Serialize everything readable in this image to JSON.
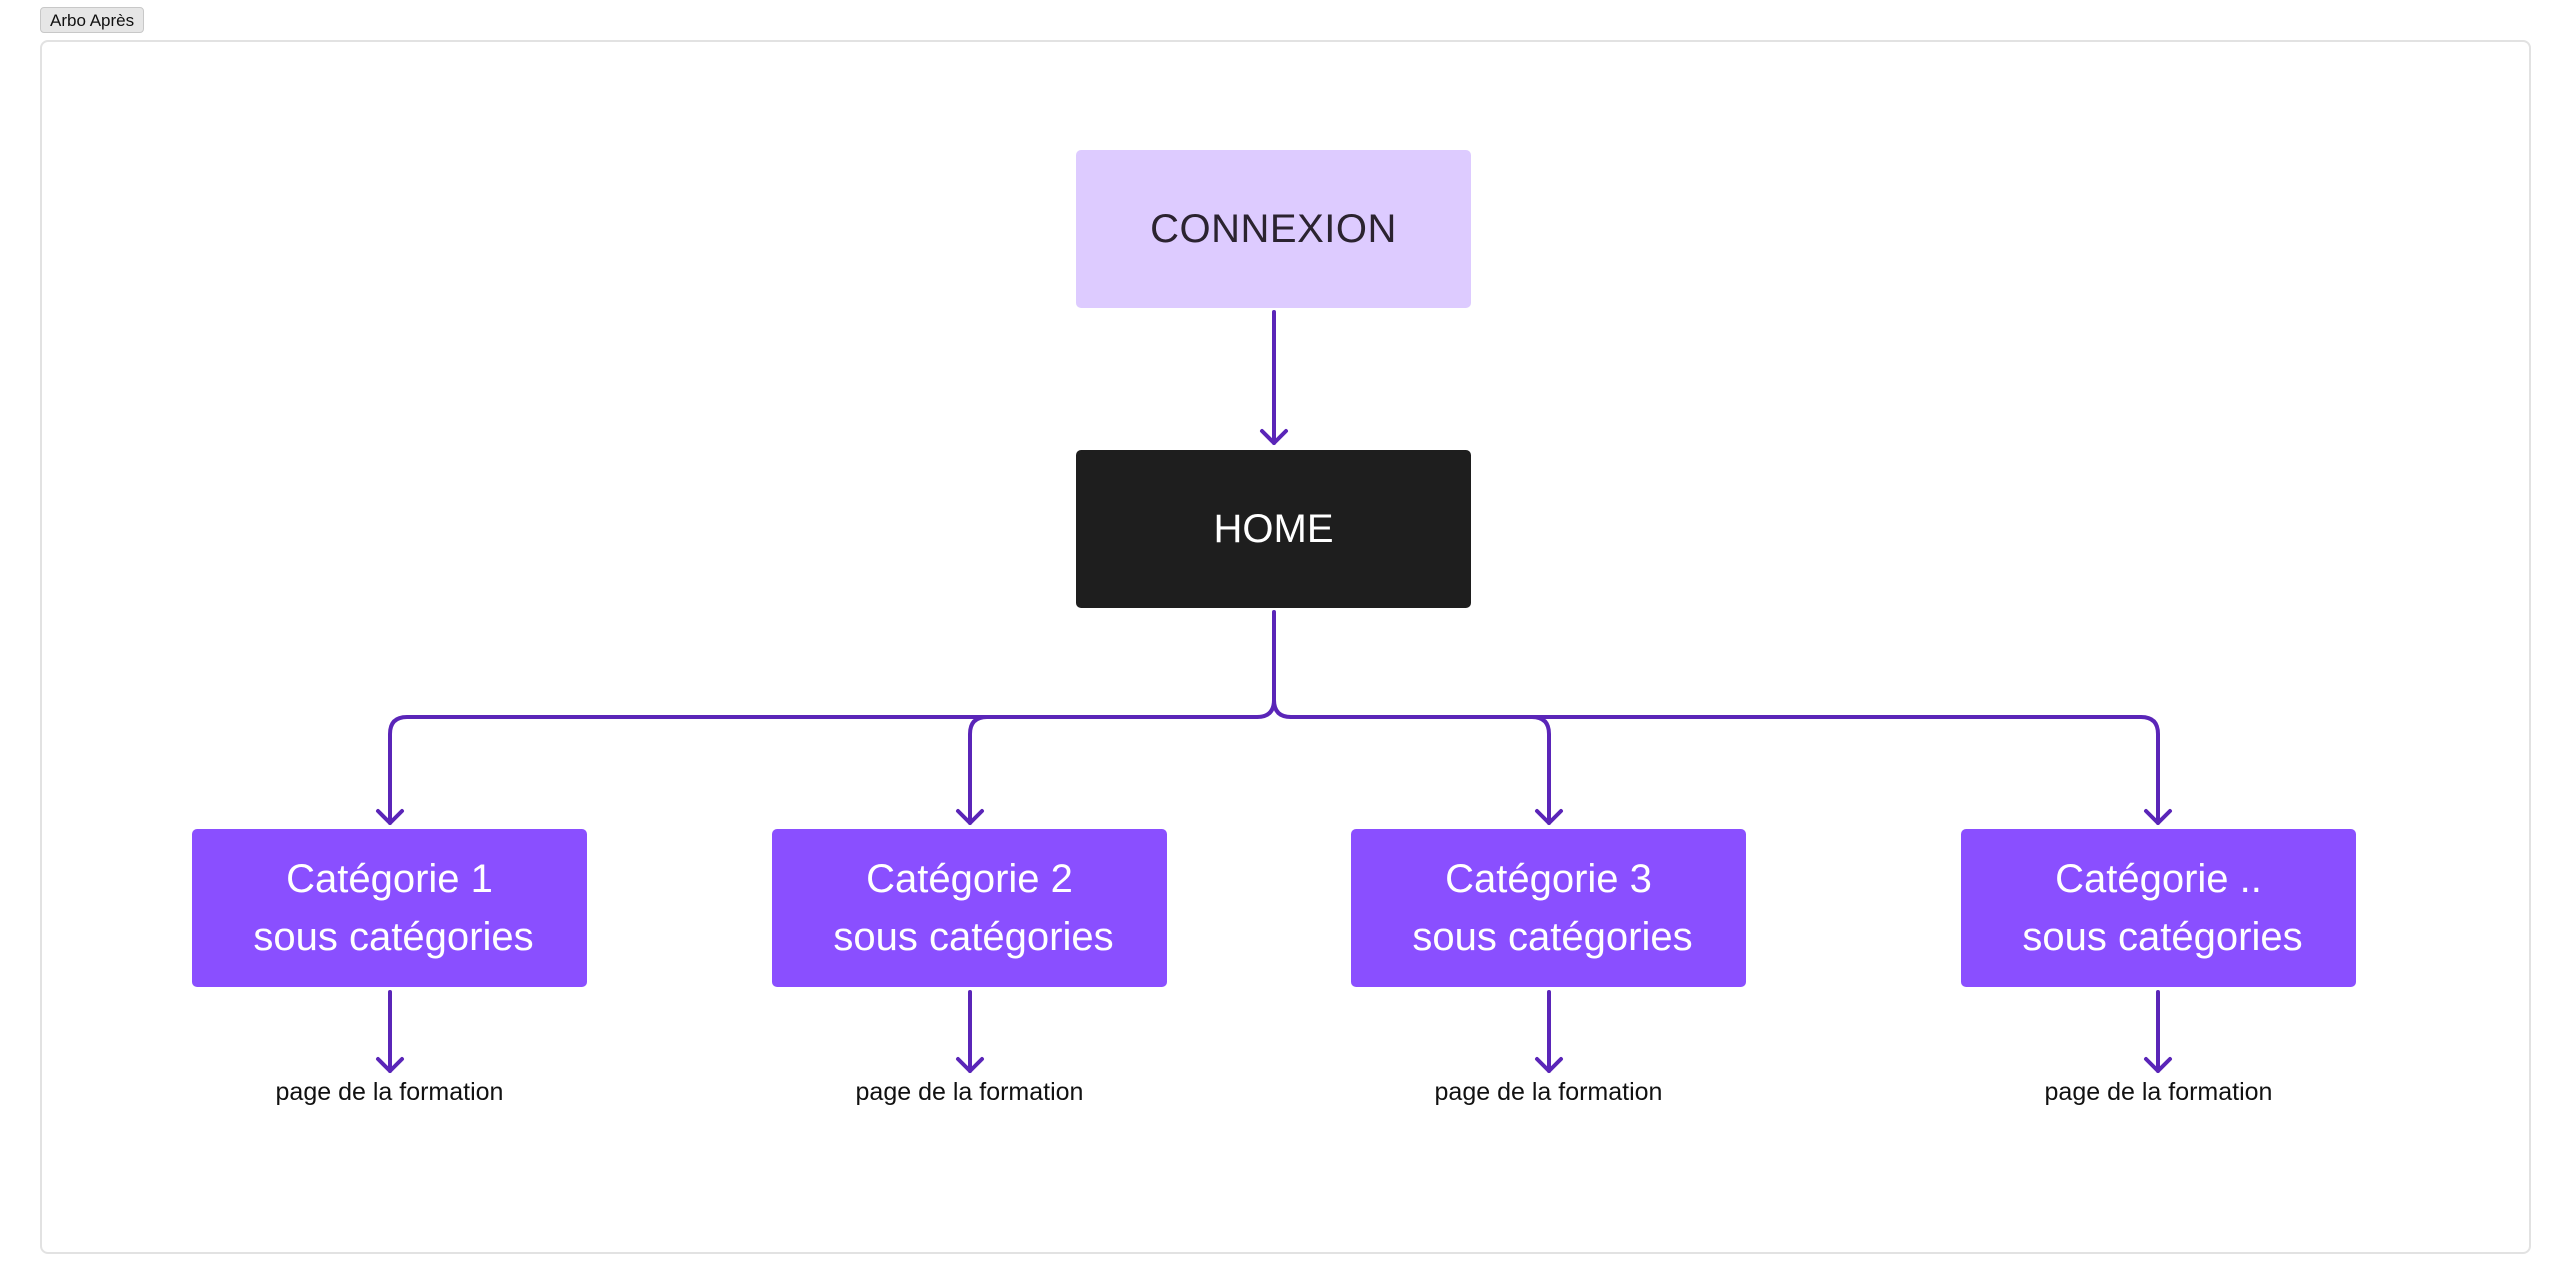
{
  "frame": {
    "label": "Arbo Après"
  },
  "colors": {
    "connexion_fill": "#ddcbff",
    "connexion_text": "#2b2330",
    "home_fill": "#1e1e1e",
    "home_text": "#ffffff",
    "category_fill": "#8a4fff",
    "category_text": "#ffffff",
    "connector": "#5a25b8"
  },
  "nodes": {
    "connexion": "CONNEXION",
    "home": "HOME",
    "categories": [
      {
        "title": "Catégorie 1",
        "subtitle": "sous catégories",
        "leaf": "page de la formation"
      },
      {
        "title": "Catégorie 2",
        "subtitle": "sous catégories",
        "leaf": "page de la formation"
      },
      {
        "title": "Catégorie 3",
        "subtitle": "sous catégories",
        "leaf": "page de la formation"
      },
      {
        "title": "Catégorie ..",
        "subtitle": "sous catégories",
        "leaf": "page de la formation"
      }
    ]
  }
}
